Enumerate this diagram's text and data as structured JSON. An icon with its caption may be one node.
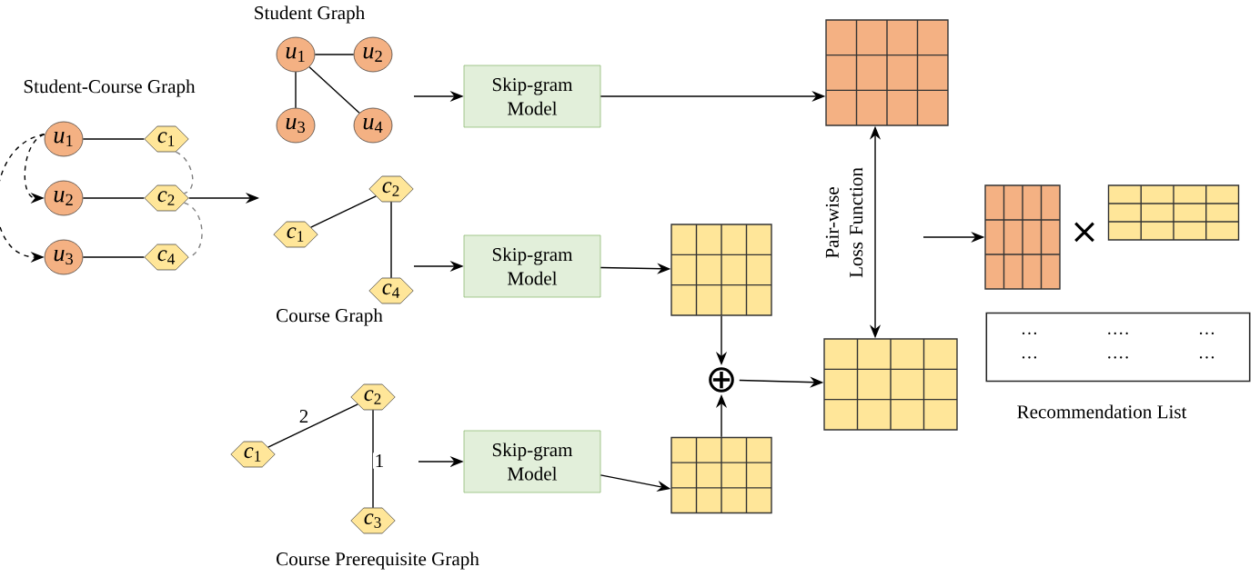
{
  "diagram": {
    "nodes": [
      {
        "text": [
          "*u*$_{1}$"
        ]
      },
      {
        "text": [
          "*c*$_{1}$"
        ]
      },
      {
        "text": [
          "*u*$_{2}$"
        ]
      },
      {
        "text": [
          "*c*$_{2}$"
        ]
      },
      {
        "text": [
          "*u*$_{3}$"
        ]
      },
      {
        "text": [
          "*c*$_{4}$"
        ]
      },
      {
        "text": [
          "*u*$_{1}$"
        ]
      },
      {
        "text": [
          "*u*$_{2}$"
        ]
      },
      {
        "text": [
          "*u*$_{3}$"
        ]
      },
      {
        "text": [
          "*u*$_{4}$"
        ]
      },
      {
        "text": [
          "*c*$_{2}$"
        ]
      },
      {
        "text": [
          "*c*$_{1}$"
        ]
      },
      {
        "text": [
          "*c*$_{4}$"
        ]
      },
      {
        "text": [
          "*c*$_{2}$"
        ]
      },
      {
        "text": [
          "*c*$_{1}$"
        ]
      },
      {
        "text": [
          "*c*$_{3}$"
        ]
      },
      {
        "text": [
          "Skip-gram Model"
        ]
      },
      {
        "text": [
          "Skip-gram Model"
        ]
      },
      {
        "text": [
          "Skip-gram Model"
        ]
      },
      {
        "text": [],
        "shape": "grid"
      },
      {
        "text": [],
        "shape": "grid"
      },
      {
        "text": [
          "⊕"
        ]
      },
      {
        "text": [],
        "shape": "grid"
      },
      {
        "text": [],
        "shape": "grid"
      },
      {
        "text": [],
        "shape": "grid"
      },
      {
        "text": [],
        "shape": "grid"
      },
      {
        "text": [
          "···",
          "····",
          "···",
          "···",
          "····",
          "···"
        ],
        "beside": [
          "Recommendation List"
        ]
      }
    ],
    "edges": [
      {
        "from": 0,
        "to": 1,
        "arrow": "none"
      },
      {
        "from": 2,
        "to": 3,
        "arrow": "none"
      },
      {
        "from": 4,
        "to": 5,
        "arrow": "none"
      },
      {
        "from": 0,
        "to": 2,
        "arrow": "to",
        "style": "dashed"
      },
      {
        "from": 0,
        "to": 4,
        "arrow": "to",
        "style": "dashed"
      },
      {
        "from": 1,
        "to": 3,
        "arrow": "none",
        "style": "dashed",
        "color": "#808080"
      },
      {
        "from": 3,
        "to": 5,
        "arrow": "none",
        "style": "dashed",
        "color": "#808080"
      },
      {
        "from": 3,
        "to": null,
        "arrow": "to"
      },
      {
        "from": 6,
        "to": 7,
        "arrow": "none"
      },
      {
        "from": 6,
        "to": 8,
        "arrow": "none"
      },
      {
        "from": 6,
        "to": 9,
        "arrow": "none"
      },
      {
        "from": 10,
        "to": 11,
        "arrow": "none"
      },
      {
        "from": 10,
        "to": 12,
        "arrow": "none"
      },
      {
        "from": 13,
        "to": 14,
        "arrow": "none",
        "label": "2"
      },
      {
        "from": 13,
        "to": 15,
        "arrow": "none",
        "label": "1"
      },
      {
        "from": null,
        "to": 16,
        "arrow": "to"
      },
      {
        "from": 16,
        "to": 19,
        "arrow": "to"
      },
      {
        "from": null,
        "to": 17,
        "arrow": "to"
      },
      {
        "from": 17,
        "to": 20,
        "arrow": "to"
      },
      {
        "from": null,
        "to": 18,
        "arrow": "to"
      },
      {
        "from": 18,
        "to": 22,
        "arrow": "to"
      },
      {
        "from": 20,
        "to": 21,
        "arrow": "to"
      },
      {
        "from": 22,
        "to": 21,
        "arrow": "to"
      },
      {
        "from": 21,
        "to": 23,
        "arrow": "to"
      },
      {
        "from": 19,
        "to": 23,
        "arrow": "both",
        "label": "Pair-wise Loss Function"
      },
      {
        "from": null,
        "to": 24,
        "arrow": "to"
      }
    ],
    "labels": [
      "Student-Course Graph",
      "Student Graph",
      "Course Graph",
      "Course Prerequisite Graph",
      "×"
    ]
  }
}
